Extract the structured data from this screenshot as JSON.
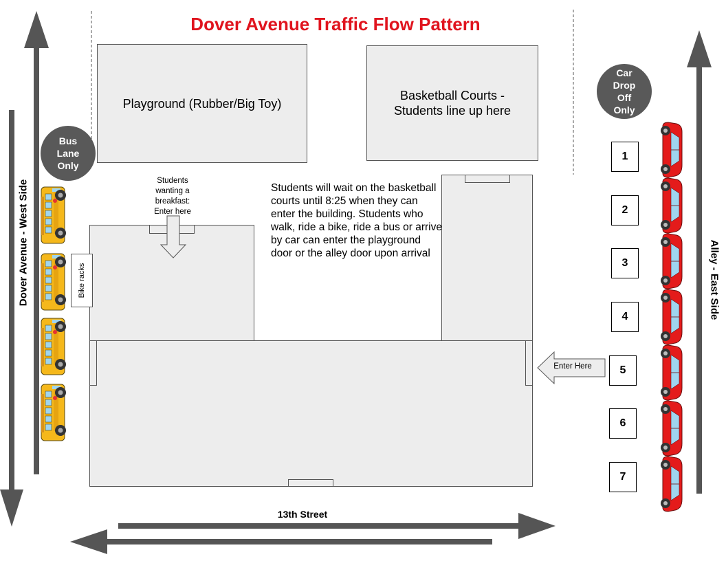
{
  "title": "Dover Avenue Traffic Flow Pattern",
  "colors": {
    "title": "#e0141e",
    "road_arrow": "#555555",
    "building_fill": "#ededed",
    "circle_fill": "#595959",
    "car_red": "#e41b1b",
    "bus_yellow": "#f5b81b"
  },
  "areas": {
    "playground": "Playground (Rubber/Big Toy)",
    "basketball": "Basketball Courts - Students line up here"
  },
  "badges": {
    "bus": "Bus Lane Only",
    "car": "Car Drop Off Only"
  },
  "notes": {
    "breakfast": "Students wanting a breakfast: Enter here",
    "info": "Students will wait on the basketball courts until 8:25 when they can enter the building. Students who walk, ride a bike, ride a bus or arrive by car can enter the playground door or the alley door upon arrival",
    "bike_racks": "Bike racks",
    "enter_here": "Enter Here"
  },
  "streets": {
    "west": "Dover Avenue - West Side",
    "east": "Alley - East Side",
    "south": "13th Street"
  },
  "drop_off_spots": [
    "1",
    "2",
    "3",
    "4",
    "5",
    "6",
    "7"
  ],
  "icons": {
    "bus": "school-bus-icon",
    "car": "red-car-icon",
    "arrow": "traffic-arrow-icon"
  }
}
